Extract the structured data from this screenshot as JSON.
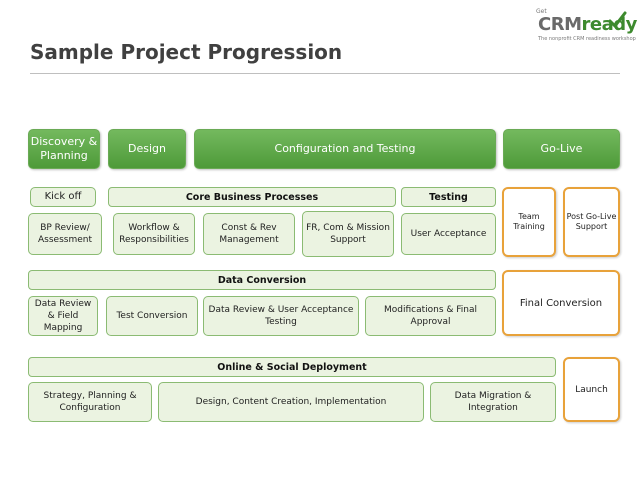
{
  "title": "Sample Project Progression",
  "logo": {
    "get": "Get",
    "crm": "CRM",
    "ready": "ready",
    "tagline": "The nonprofit CRM readiness workshop"
  },
  "phases": [
    "Discovery & Planning",
    "Design",
    "Configuration and Testing",
    "Go-Live"
  ],
  "kickoff": "Kick off",
  "core": {
    "header": "Core Business Processes",
    "items": [
      "BP Review/ Assessment",
      "Workflow & Responsibilities",
      "Const & Rev Management",
      "FR, Com & Mission Support"
    ]
  },
  "testing": {
    "header": "Testing",
    "item": "User Acceptance"
  },
  "golive": {
    "team_training": "Team Training",
    "post_support": "Post Go-Live Support",
    "final_conversion": "Final Conversion",
    "launch": "Launch"
  },
  "data_conversion": {
    "header": "Data Conversion",
    "items": [
      "Data Review & Field Mapping",
      "Test Conversion",
      "Data Review & User Acceptance Testing",
      "Modifications & Final Approval"
    ]
  },
  "online": {
    "header": "Online & Social Deployment",
    "items": [
      "Strategy, Planning & Configuration",
      "Design, Content Creation, Implementation",
      "Data Migration & Integration"
    ]
  }
}
